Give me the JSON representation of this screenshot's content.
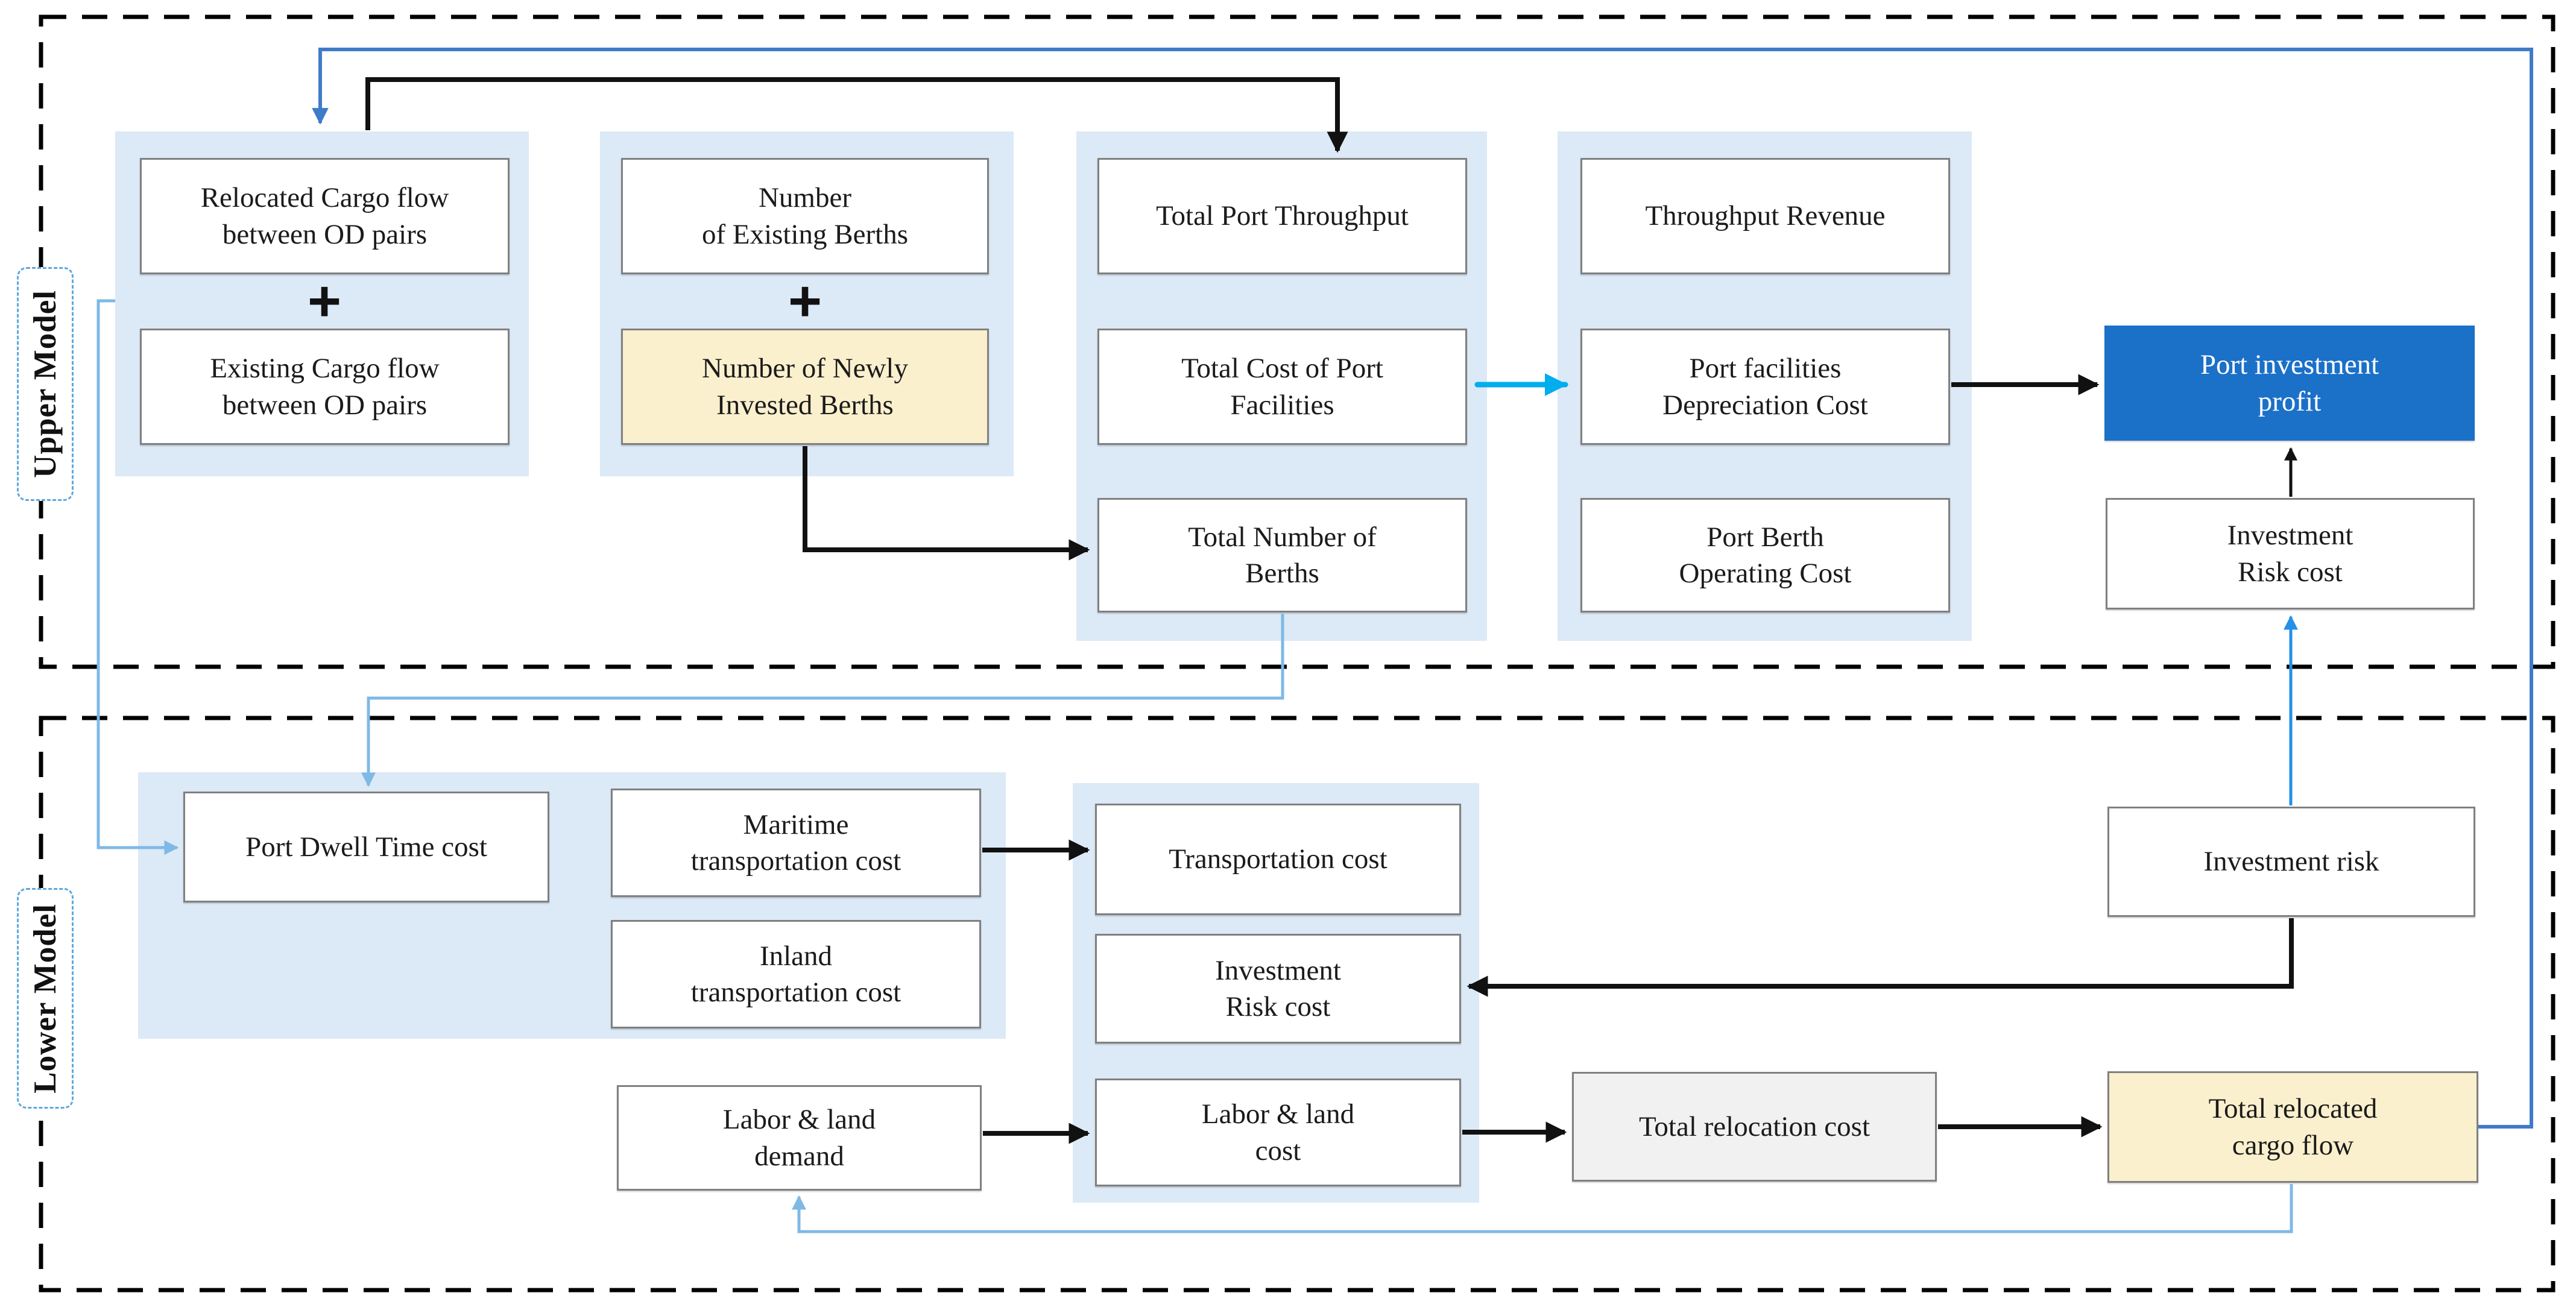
{
  "figure": {
    "type": "flow-diagram",
    "description": "Bi-level port investment model diagram with an Upper Model and a Lower Model connected by feedback arrows"
  },
  "sections": {
    "upper": {
      "label": "Upper Model"
    },
    "lower": {
      "label": "Lower Model"
    }
  },
  "operators": {
    "plus_cargo": "+",
    "plus_berths": "+"
  },
  "nodes": {
    "relocated_cargo_flow": {
      "label": "Relocated Cargo flow\nbetween OD pairs",
      "fill": "white"
    },
    "existing_cargo_flow": {
      "label": "Existing Cargo flow\nbetween OD pairs",
      "fill": "white"
    },
    "number_existing_berths": {
      "label": "Number\nof Existing Berths",
      "fill": "white"
    },
    "number_newly_invested_berths": {
      "label": "Number of Newly\nInvested Berths",
      "fill": "yellow"
    },
    "total_port_throughput": {
      "label": "Total Port Throughput",
      "fill": "white"
    },
    "total_cost_port_facilities": {
      "label": "Total Cost of Port\nFacilities",
      "fill": "white"
    },
    "total_number_berths": {
      "label": "Total Number of\nBerths",
      "fill": "white"
    },
    "throughput_revenue": {
      "label": "Throughput Revenue",
      "fill": "white"
    },
    "port_facilities_depreciation_cost": {
      "label": "Port facilities\nDepreciation Cost",
      "fill": "white"
    },
    "port_berth_operating_cost": {
      "label": "Port Berth\nOperating Cost",
      "fill": "white"
    },
    "port_investment_profit": {
      "label": "Port investment\nprofit",
      "fill": "blue"
    },
    "investment_risk_cost_upper": {
      "label": "Investment\nRisk cost",
      "fill": "white"
    },
    "port_dwell_time_cost": {
      "label": "Port Dwell Time cost",
      "fill": "white"
    },
    "maritime_transportation_cost": {
      "label": "Maritime\ntransportation cost",
      "fill": "white"
    },
    "inland_transportation_cost": {
      "label": "Inland\ntransportation cost",
      "fill": "white"
    },
    "transportation_cost": {
      "label": "Transportation cost",
      "fill": "white"
    },
    "investment_risk_cost_lower": {
      "label": "Investment\nRisk cost",
      "fill": "white"
    },
    "labor_land_cost": {
      "label": "Labor & land\ncost",
      "fill": "white"
    },
    "labor_land_demand": {
      "label": "Labor & land\ndemand",
      "fill": "white"
    },
    "total_relocation_cost": {
      "label": "Total relocation cost",
      "fill": "gray"
    },
    "total_relocated_cargo_flow": {
      "label": "Total relocated\ncargo flow",
      "fill": "yellow"
    },
    "investment_risk": {
      "label": "Investment risk",
      "fill": "white"
    }
  },
  "edges": [
    {
      "from": "cargo_flow_group",
      "to": "total_port_throughput",
      "color": "black"
    },
    {
      "from": "number_newly_invested_berths",
      "to": "total_number_berths",
      "color": "black"
    },
    {
      "from": "total_cost_port_facilities",
      "to": "port_facilities_depreciation_cost",
      "color": "cyan"
    },
    {
      "from": "port_facilities_depreciation_cost",
      "to": "port_investment_profit",
      "color": "black"
    },
    {
      "from": "investment_risk_cost_upper",
      "to": "port_investment_profit",
      "color": "black"
    },
    {
      "from": "maritime_transportation_cost",
      "to": "transportation_cost",
      "color": "black"
    },
    {
      "from": "investment_risk",
      "to": "investment_risk_cost_lower",
      "color": "black"
    },
    {
      "from": "investment_risk",
      "to": "investment_risk_cost_upper",
      "color": "bright_blue"
    },
    {
      "from": "labor_land_demand",
      "to": "labor_land_cost",
      "color": "black"
    },
    {
      "from": "labor_land_cost",
      "to": "total_relocation_cost",
      "color": "black"
    },
    {
      "from": "total_relocation_cost",
      "to": "total_relocated_cargo_flow",
      "color": "black"
    },
    {
      "from": "total_relocated_cargo_flow",
      "to": "relocated_cargo_flow",
      "color": "royal_blue"
    },
    {
      "from": "cargo_flow_group",
      "to": "port_dwell_time_cost",
      "color": "light_blue"
    },
    {
      "from": "total_number_berths",
      "to": "port_dwell_time_cost",
      "color": "light_blue"
    },
    {
      "from": "total_relocated_cargo_flow",
      "to": "labor_land_demand",
      "color": "light_blue"
    }
  ],
  "colors": {
    "group_fill": "#DCE9F6",
    "box_border": "#808080",
    "yellow_fill": "#FBF0CD",
    "blue_fill": "#1B70C8",
    "gray_fill": "#F1F1F1",
    "royal_blue_line": "#3F7BC8",
    "bright_blue_line": "#2490E8",
    "light_blue_line": "#7FB9E6",
    "cyan_line": "#00AEEF",
    "dashed_border": "#000000",
    "label_dashed_border": "#5FA8DC"
  }
}
